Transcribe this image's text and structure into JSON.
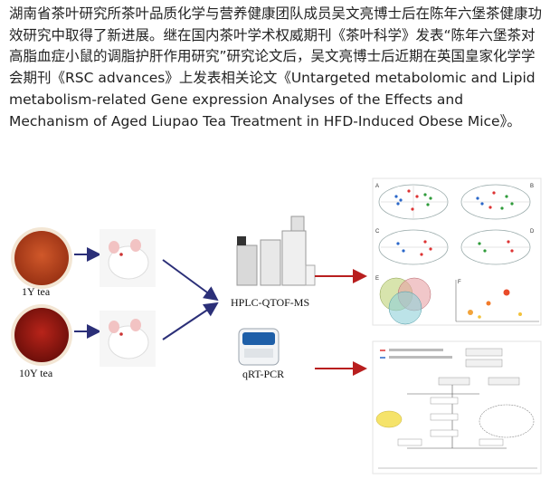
{
  "article": {
    "text": "湖南省茶叶研究所茶叶品质化学与营养健康团队成员吴文亮博士后在陈年六堡茶健康功效研究中取得了新进展。继在国内茶叶学术权威期刊《茶叶科学》发表“陈年六堡茶对高脂血症小鼠的调脂护肝作用研究”研究论文后，吴文亮博士后近期在英国皇家化学学会期刊《RSC advances》上发表相关论文《Untargeted metabolomic and Lipid metabolism-related Gene expression Analyses of the Effects and Mechanism of Aged Liupao Tea Treatment in HFD-Induced Obese Mice》。"
  },
  "figure": {
    "sample_labels": [
      "1Y tea",
      "10Y tea"
    ],
    "method_labels": [
      "HPLC-QTOF-MS",
      "qRT-PCR"
    ],
    "panel_letters": [
      "A",
      "B",
      "C",
      "D",
      "E",
      "F"
    ],
    "colors": {
      "tea_1y": "#b8401d",
      "tea_10y": "#9e1b12",
      "flow_arrow": "#2b2f78",
      "result_arrow": "#b81e1e"
    }
  }
}
